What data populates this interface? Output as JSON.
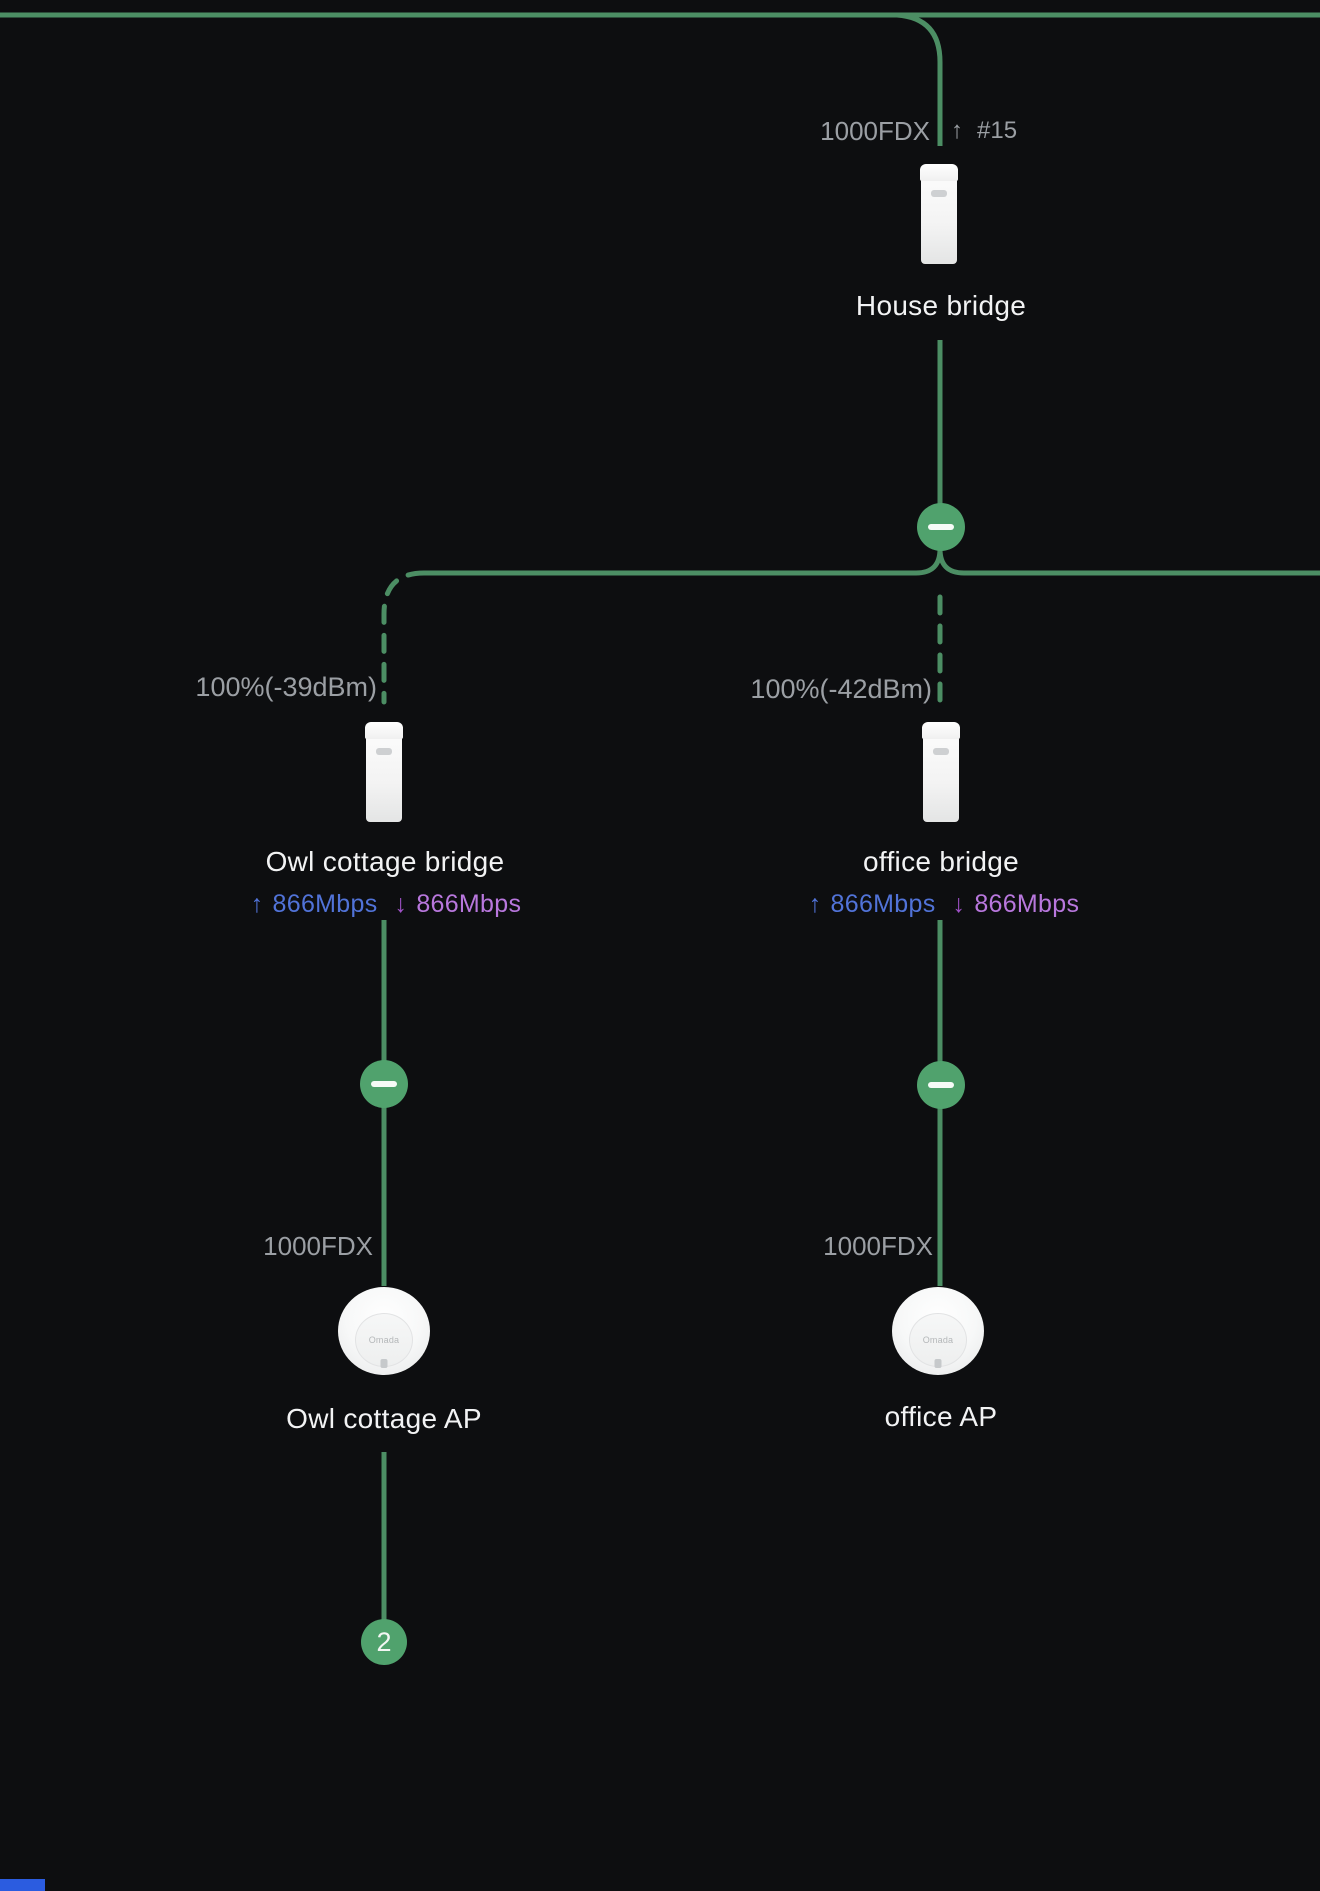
{
  "colors": {
    "background": "#0d0e10",
    "link_line": "#4c8e64",
    "node_green": "#50a26d",
    "label_gray": "#9b9fa4",
    "device_name_white": "#f2f3f4",
    "upload_blue": "#5173d8",
    "download_purple": "#b877dd",
    "download_arrow_purple": "#a052c8",
    "scrollbar_blue": "#2b5ce0"
  },
  "uplink": {
    "port_label": "1000FDX",
    "direction_arrow": "↑",
    "port_ref": "#15"
  },
  "devices": {
    "house_bridge": {
      "name": "House bridge"
    },
    "owl_bridge": {
      "name": "Owl cottage bridge",
      "signal": "100%(-39dBm)",
      "up_arrow": "↑",
      "upload": "866Mbps",
      "down_arrow": "↓",
      "download": "866Mbps",
      "port_label": "1000FDX"
    },
    "office_bridge": {
      "name": "office bridge",
      "signal": "100%(-42dBm)",
      "up_arrow": "↑",
      "upload": "866Mbps",
      "down_arrow": "↓",
      "download": "866Mbps",
      "port_label": "1000FDX"
    },
    "owl_ap": {
      "name": "Owl cottage AP",
      "client_count": "2"
    },
    "office_ap": {
      "name": "office AP"
    }
  }
}
